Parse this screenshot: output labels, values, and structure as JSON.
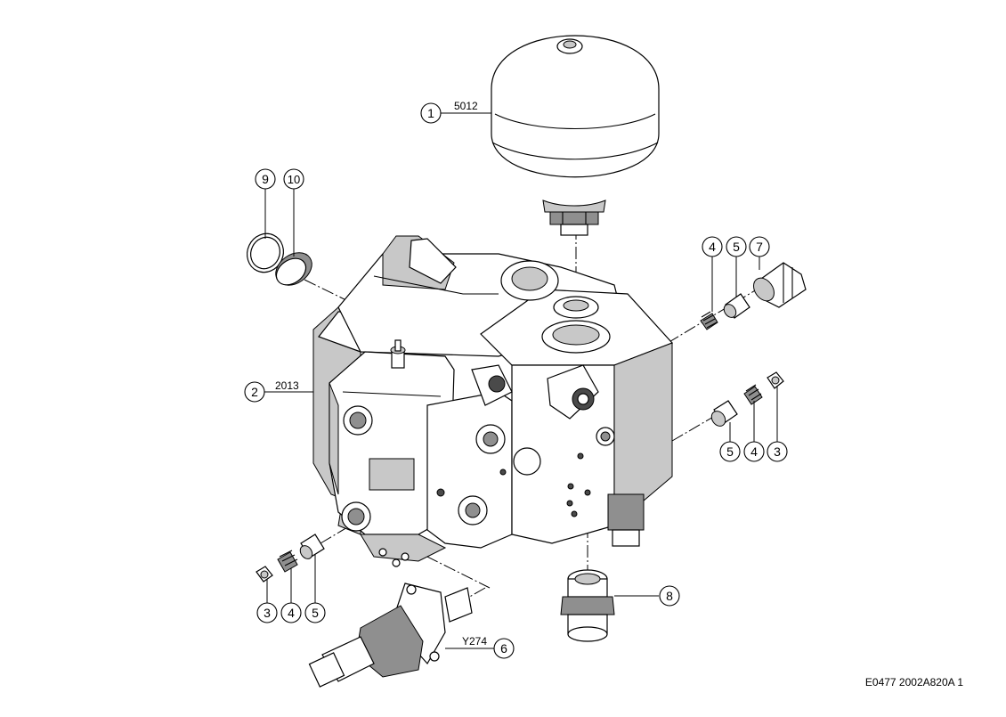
{
  "callouts": [
    {
      "id": "c1",
      "num": "1",
      "code": "5012"
    },
    {
      "id": "c2",
      "num": "2",
      "code": "2013"
    },
    {
      "id": "c3a",
      "num": "3",
      "code": ""
    },
    {
      "id": "c3b",
      "num": "3",
      "code": ""
    },
    {
      "id": "c4a",
      "num": "4",
      "code": ""
    },
    {
      "id": "c4b",
      "num": "4",
      "code": ""
    },
    {
      "id": "c4c",
      "num": "4",
      "code": ""
    },
    {
      "id": "c5a",
      "num": "5",
      "code": ""
    },
    {
      "id": "c5b",
      "num": "5",
      "code": ""
    },
    {
      "id": "c5c",
      "num": "5",
      "code": ""
    },
    {
      "id": "c6",
      "num": "6",
      "code": "Y274"
    },
    {
      "id": "c7",
      "num": "7",
      "code": ""
    },
    {
      "id": "c8",
      "num": "8",
      "code": ""
    },
    {
      "id": "c9",
      "num": "9",
      "code": ""
    },
    {
      "id": "c10",
      "num": "10",
      "code": ""
    }
  ],
  "drawing_reference": "E0477 2002A820A 1",
  "icons": {
    "accumulator": "pressure-accumulator-icon",
    "valve_block": "hydraulic-valve-block-icon",
    "solenoid": "solenoid-valve-icon"
  },
  "colors": {
    "line": "#000000",
    "background": "#ffffff",
    "shade_light": "#c8c8c8",
    "shade_dark": "#4a4a4a"
  }
}
